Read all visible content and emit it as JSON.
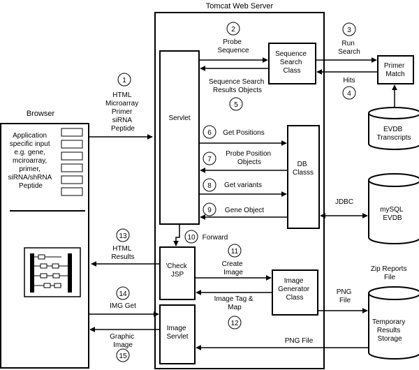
{
  "title": "Tomcat Web Server",
  "browser": {
    "label": "Browser",
    "input_lines": [
      "Application",
      "specific input",
      "e.g. gene,",
      "mciroarray,",
      "primer,",
      "siRNA/shRNA",
      "Peptide"
    ]
  },
  "components": {
    "servlet": "Servlet",
    "sequence_search": [
      "Sequence",
      "Search",
      "Class"
    ],
    "primer_match": [
      "Primer",
      "Match"
    ],
    "db_class": [
      "DB",
      "Classs"
    ],
    "check_jsp": [
      "'Check",
      "JSP"
    ],
    "image_generator": [
      "Image",
      "Generator",
      "Class"
    ],
    "image_servlet": [
      "Image",
      "Servlet"
    ],
    "evdb_transcripts": [
      "EVDB",
      "Transcripts"
    ],
    "mysql_evdb": [
      "mySQL",
      "EVDB"
    ],
    "temp_storage": [
      "Temporary",
      "Results",
      "Storage"
    ],
    "zip_reports": [
      "Zip Reports",
      "File"
    ]
  },
  "steps": [
    "1",
    "2",
    "3",
    "4",
    "5",
    "6",
    "7",
    "8",
    "9",
    "10",
    "11",
    "12",
    "13",
    "14",
    "15"
  ],
  "labels": {
    "html_request": [
      "HTML",
      "Microarray",
      "Primer",
      "siRNA",
      "Peptide"
    ],
    "probe_sequence": [
      "Probe",
      "Sequence"
    ],
    "run_search": [
      "Run",
      "Search"
    ],
    "hits": "Hits",
    "seq_results": [
      "Sequence Search",
      "Results Objects"
    ],
    "get_positions": "Get Positions",
    "probe_position": [
      "Probe Position",
      "Objects"
    ],
    "get_variants": "Get variants",
    "gene_object": "Gene Object",
    "jdbc": "JDBC",
    "forward": "Forward",
    "create_image": [
      "Create",
      "Image"
    ],
    "image_tag_map": [
      "Image Tag &",
      "Map"
    ],
    "html_results": [
      "HTML",
      "Results"
    ],
    "img_get": "IMG Get",
    "graphic_image": [
      "Graphic",
      "Image"
    ],
    "png_file_short": [
      "PNG",
      "File"
    ],
    "png_file": "PNG File"
  }
}
